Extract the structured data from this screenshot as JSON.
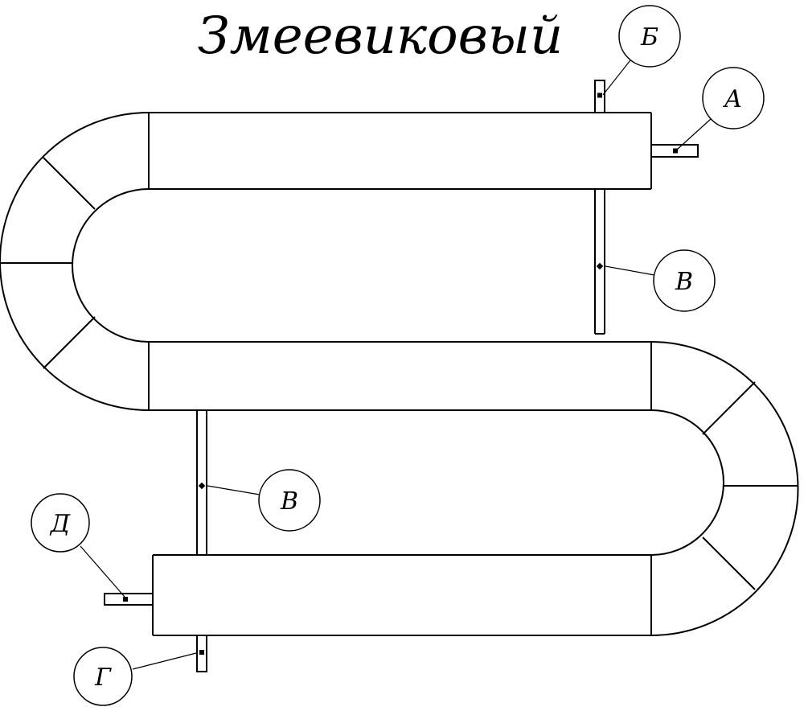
{
  "title": "Змеевиковый",
  "callouts": {
    "b": {
      "label": "Б"
    },
    "a": {
      "label": "А"
    },
    "v1": {
      "label": "В"
    },
    "v2": {
      "label": "В"
    },
    "d": {
      "label": "Д"
    },
    "g": {
      "label": "Г"
    }
  }
}
